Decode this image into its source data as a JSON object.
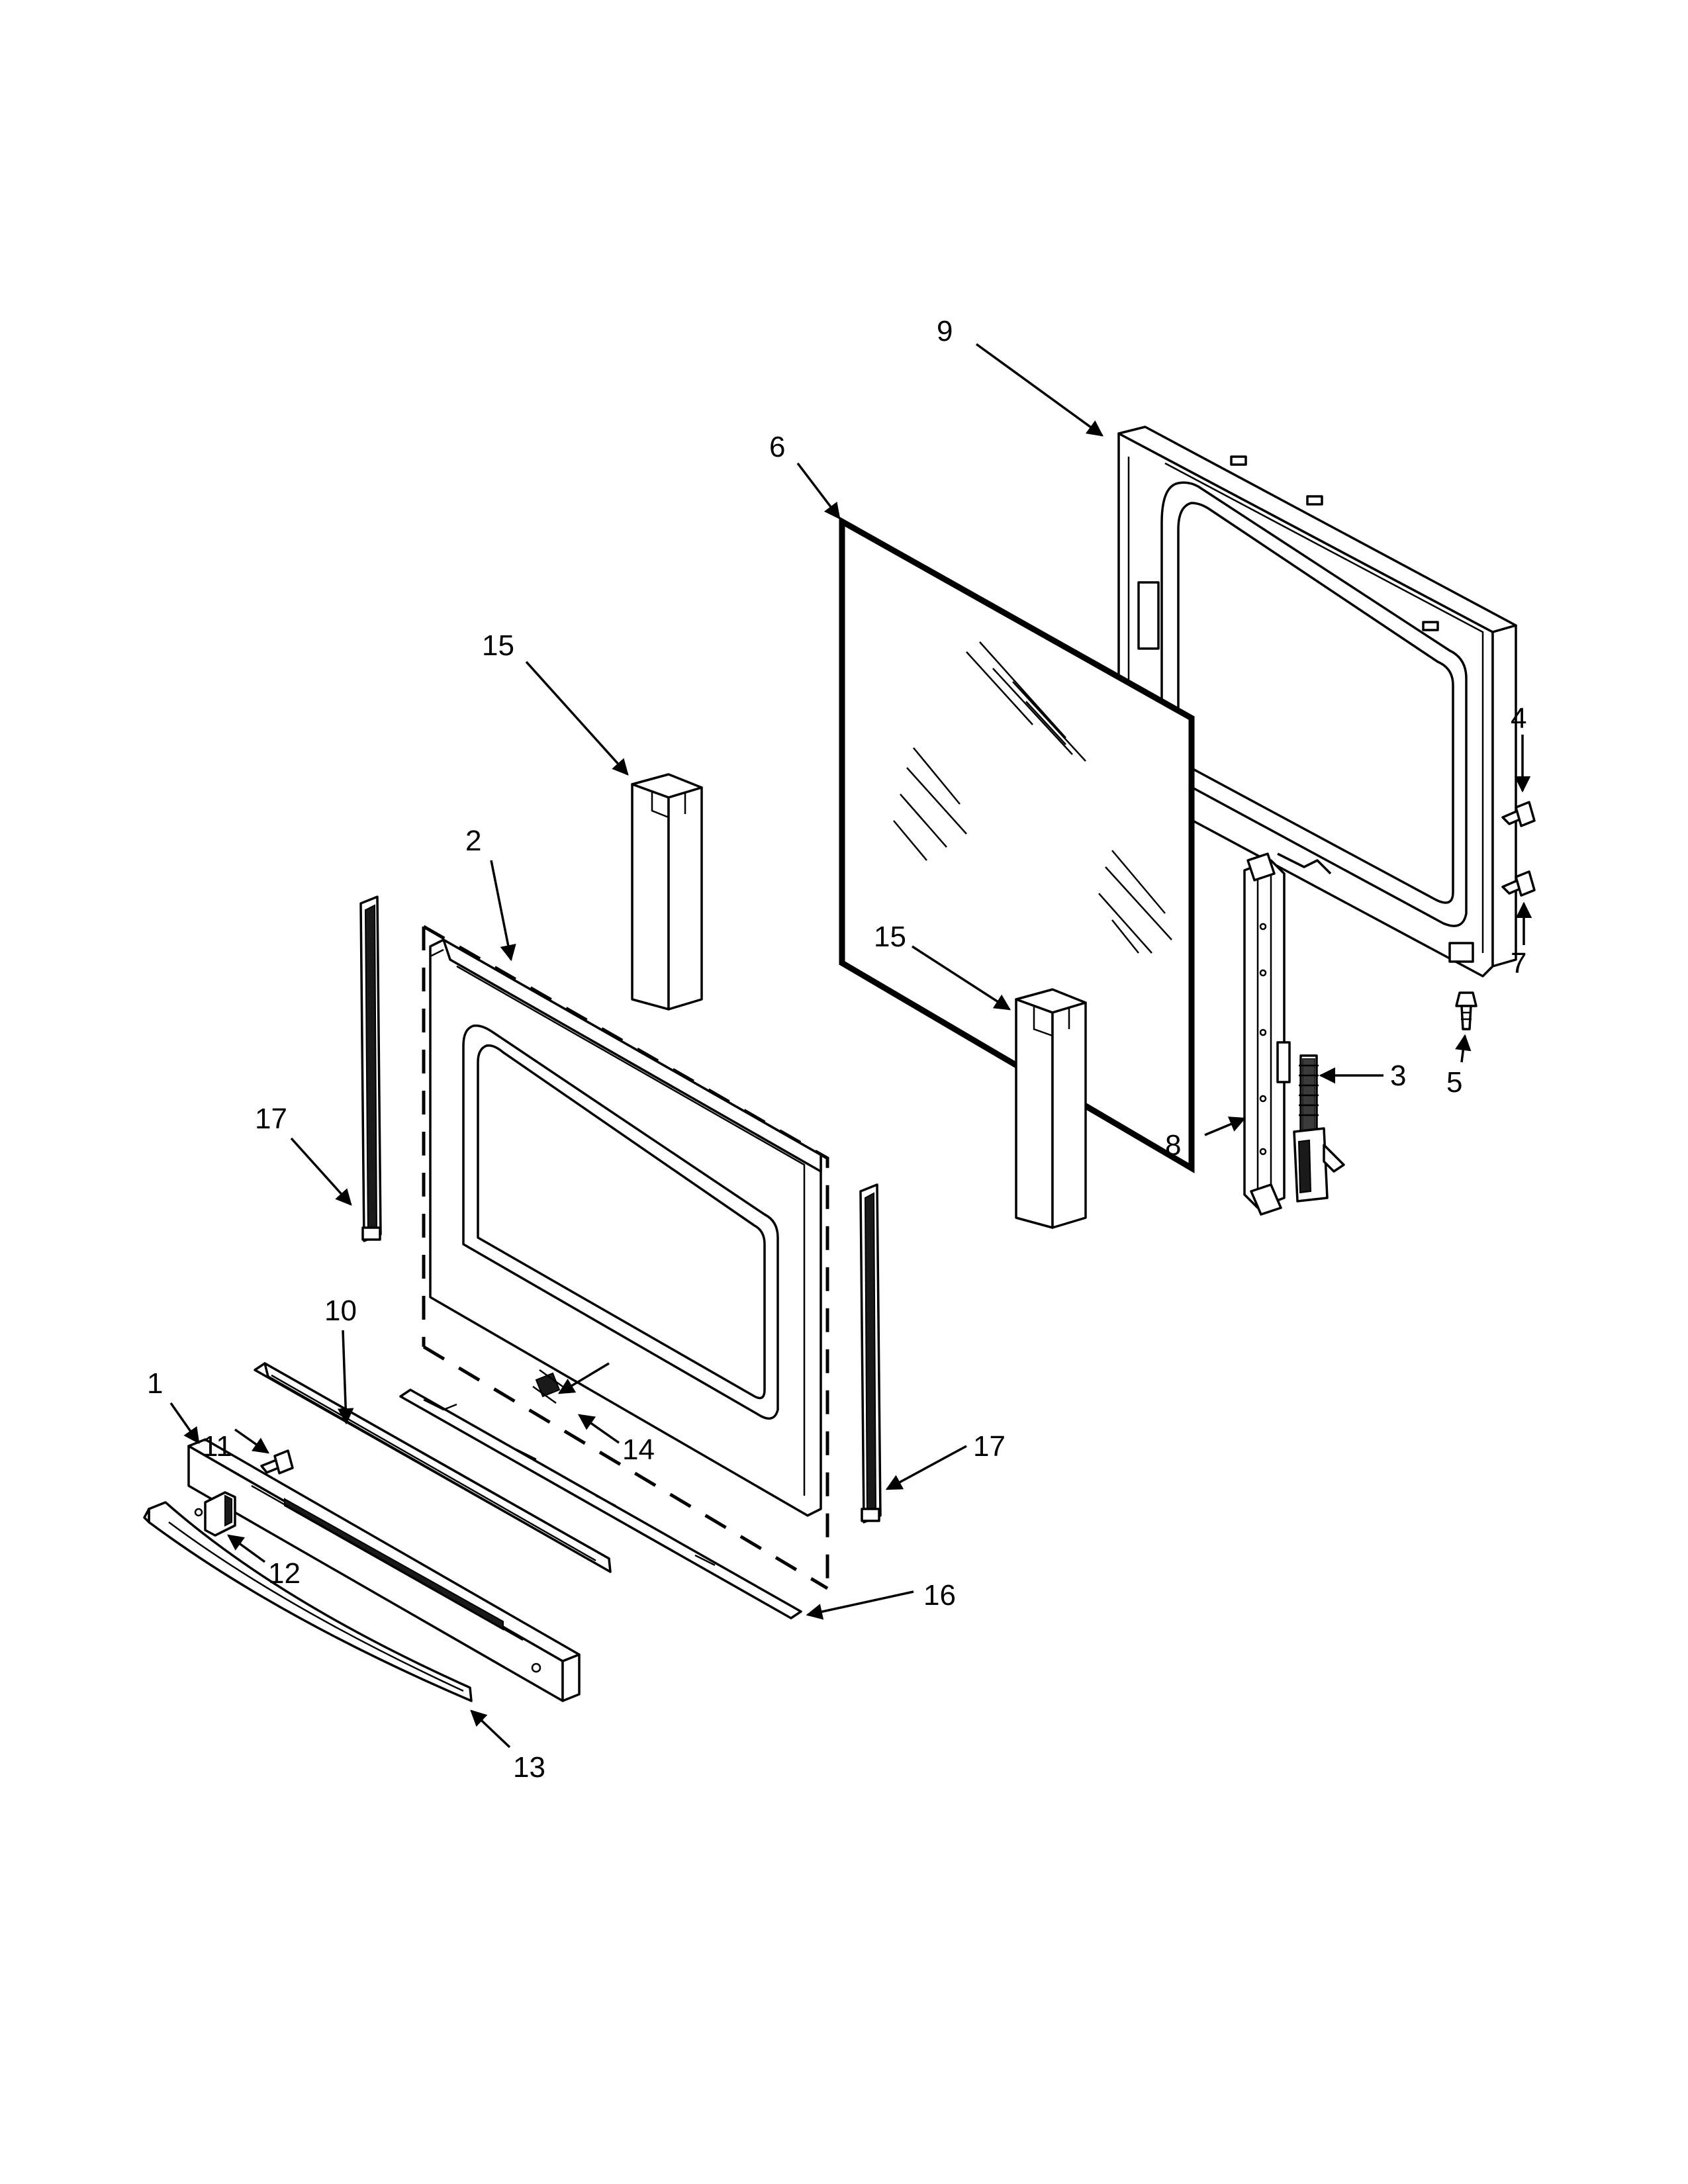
{
  "callouts": {
    "c1": "1",
    "c2": "2",
    "c3": "3",
    "c4": "4",
    "c5": "5",
    "c6": "6",
    "c7": "7",
    "c8": "8",
    "c9": "9",
    "c10": "10",
    "c11": "11",
    "c12": "12",
    "c13": "13",
    "c14": "14",
    "c15a": "15",
    "c15b": "15",
    "c16": "16",
    "c17a": "17",
    "c17b": "17"
  }
}
